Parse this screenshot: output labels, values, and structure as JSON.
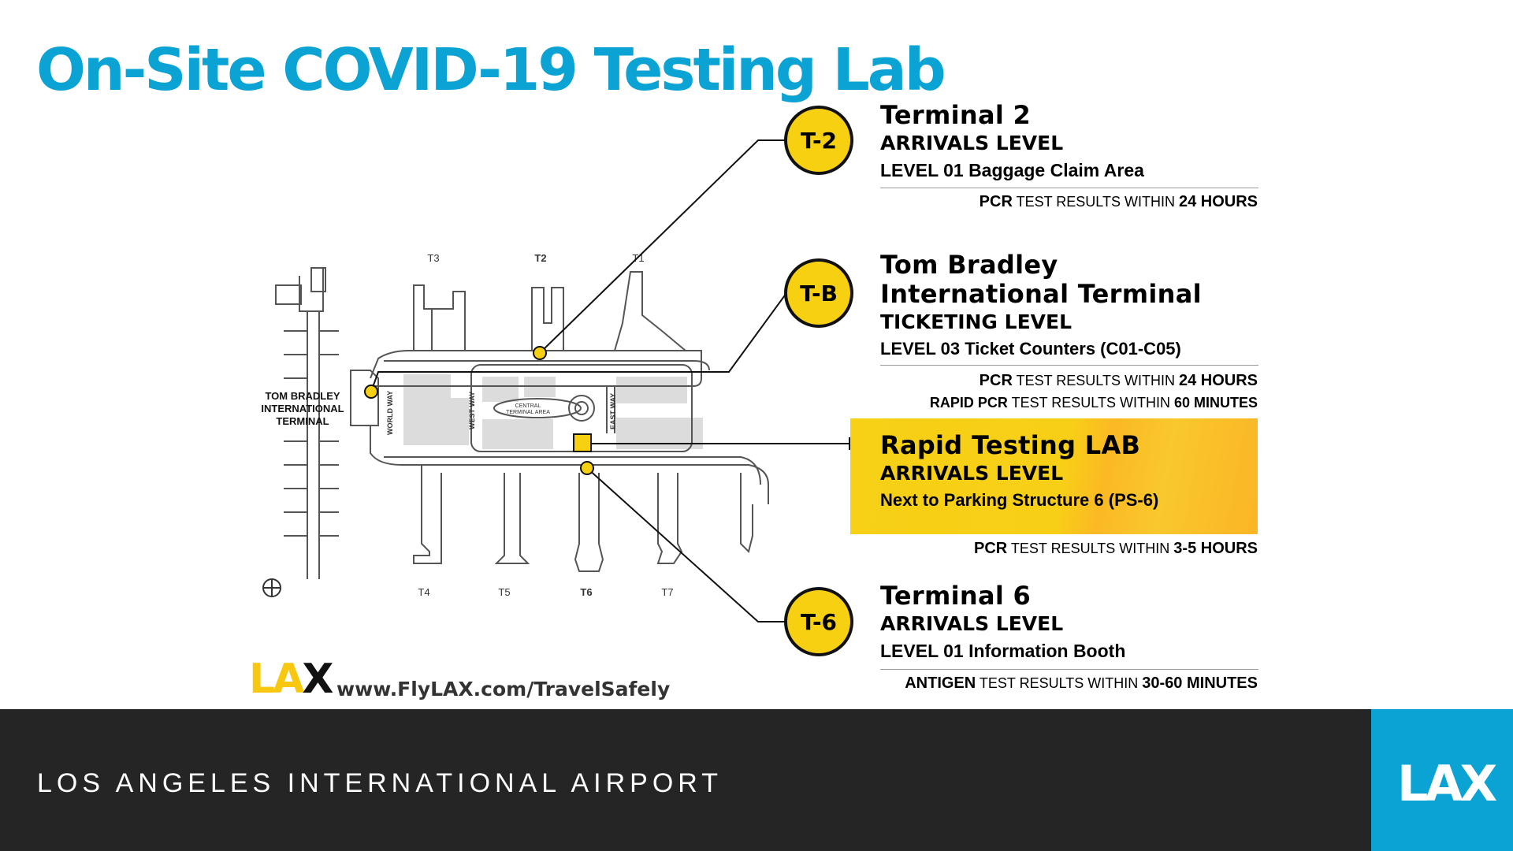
{
  "page": {
    "title": "On-Site COVID-19 Testing Lab",
    "accent": "#0aa3d3",
    "marker_color": "#f7d012"
  },
  "map": {
    "terminal_labels": [
      "T3",
      "T2",
      "T1",
      "T4",
      "T5",
      "T6",
      "T7"
    ],
    "tbit_label": [
      "TOM BRADLEY",
      "INTERNATIONAL",
      "TERMINAL"
    ],
    "roads": {
      "world_way": "WORLD WAY",
      "west_way": "WEST WAY",
      "east_way": "EAST WAY",
      "central_area": [
        "CENTRAL",
        "TERMINAL AREA"
      ]
    },
    "compass_icon": "compass-icon"
  },
  "badges": {
    "t2": "T-2",
    "tb": "T-B",
    "t6": "T-6"
  },
  "locations": {
    "t2": {
      "name": "Terminal 2",
      "level": "ARRIVALS LEVEL",
      "area": "LEVEL 01 Baggage Claim Area",
      "result": {
        "test": "PCR",
        "text": "TEST RESULTS WITHIN",
        "time": "24 HOURS"
      }
    },
    "tb": {
      "name_line1": "Tom Bradley",
      "name_line2": "International Terminal",
      "level": "TICKETING LEVEL",
      "area": "LEVEL 03 Ticket Counters (C01-C05)",
      "result1": {
        "test": "PCR",
        "text": "TEST RESULTS WITHIN",
        "time": "24 HOURS"
      },
      "result2": {
        "test": "RAPID PCR",
        "text": "TEST RESULTS WITHIN",
        "time": "60 MINUTES"
      }
    },
    "rapid": {
      "name": "Rapid Testing LAB",
      "level": "ARRIVALS LEVEL",
      "area": "Next to Parking Structure 6 (PS-6)",
      "result": {
        "test": "PCR",
        "text": "TEST RESULTS WITHIN",
        "time": "3-5 HOURS"
      }
    },
    "t6": {
      "name": "Terminal 6",
      "level": "ARRIVALS LEVEL",
      "area": "LEVEL 01 Information Booth",
      "result": {
        "test": "ANTIGEN",
        "text": "TEST RESULTS WITHIN",
        "time": "30-60 MINUTES"
      }
    }
  },
  "footer": {
    "logo_la": "LA",
    "logo_x": "X",
    "url": "www.FlyLAX.com/TravelSafely"
  },
  "bottom": {
    "org": "LOS ANGELES INTERNATIONAL AIRPORT",
    "logo": "LAX"
  }
}
